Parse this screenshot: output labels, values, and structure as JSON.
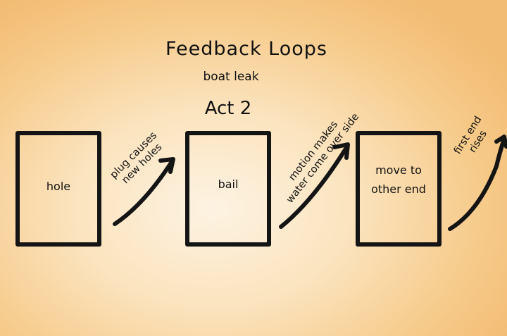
{
  "title": "Feedback Loops",
  "subtitle": "boat leak",
  "act": "Act 2",
  "boxes": [
    "hole",
    "bail",
    "move to\nother end"
  ],
  "arrows": [
    {
      "line1": "plug causes",
      "line2": "new holes"
    },
    {
      "line1": "motion makes",
      "line2": "water come over side"
    },
    {
      "line1": "first end",
      "line2": "rises"
    }
  ],
  "colors": {
    "ink": "#141414",
    "background": "#f6c987"
  }
}
